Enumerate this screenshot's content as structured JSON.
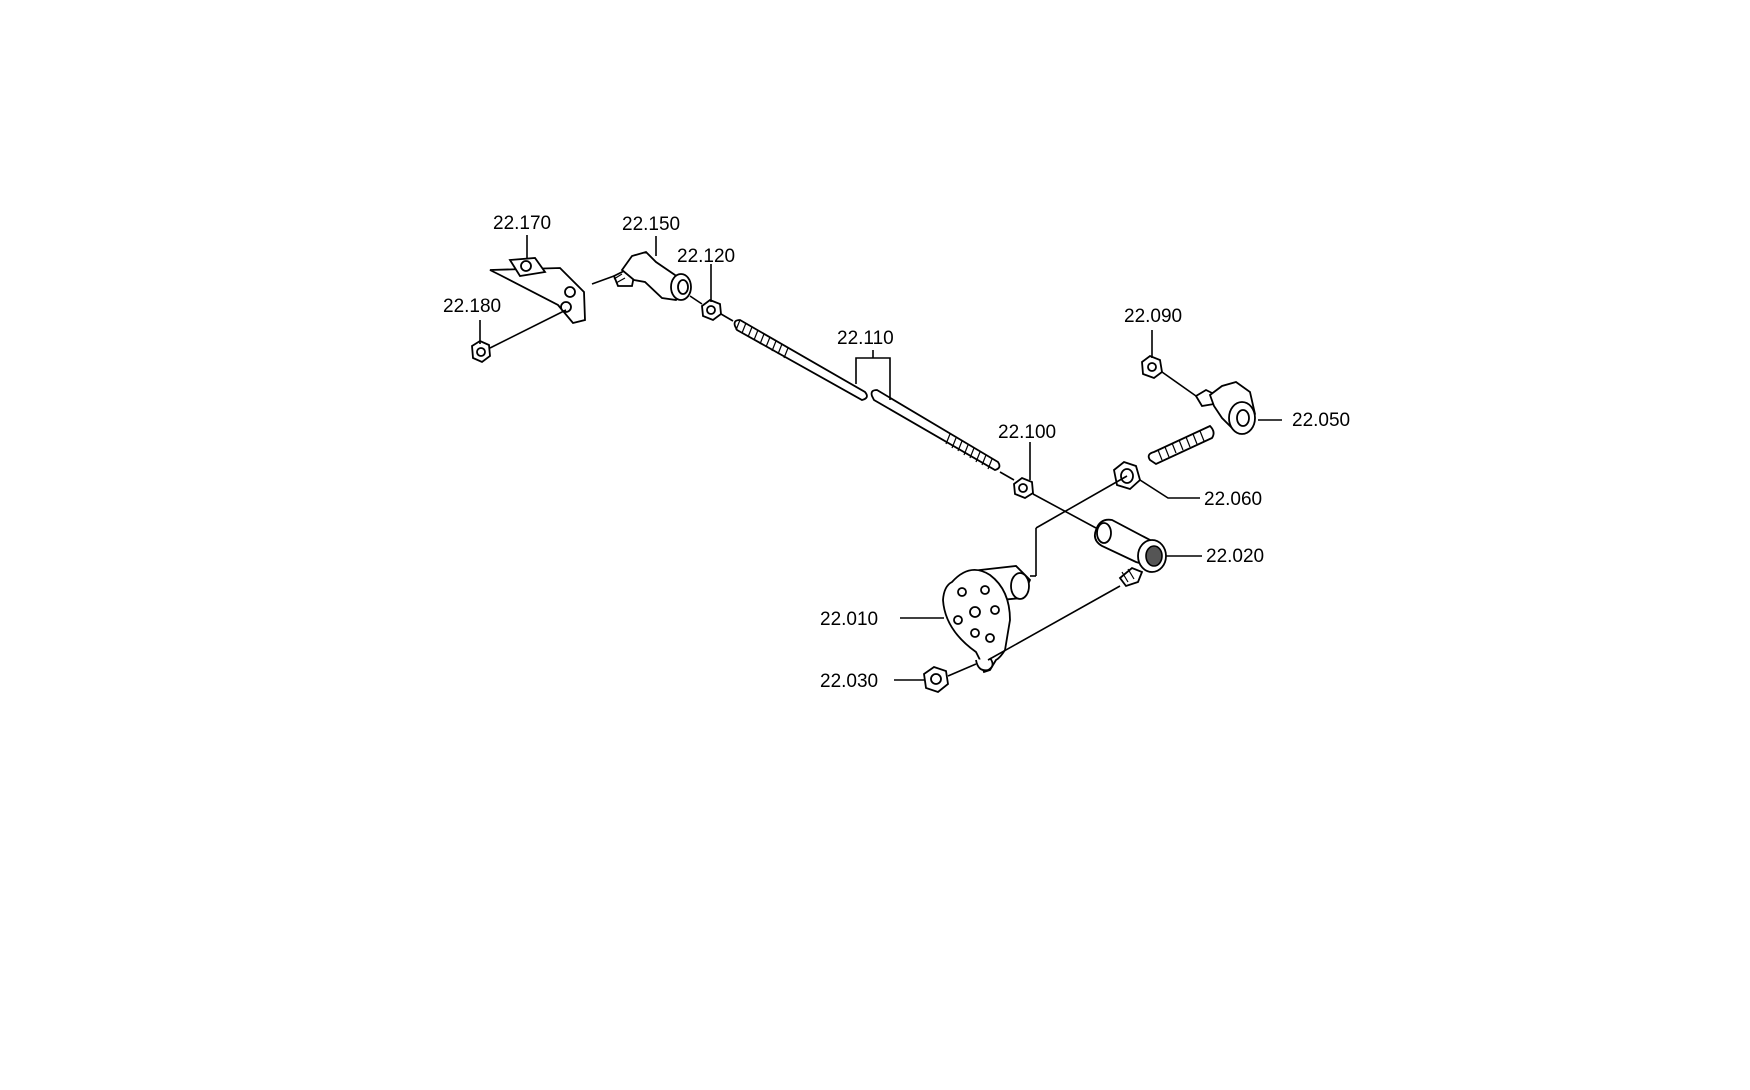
{
  "diagram": {
    "labels": {
      "p22170": "22.170",
      "p22150": "22.150",
      "p22120": "22.120",
      "p22180": "22.180",
      "p22110": "22.110",
      "p22090": "22.090",
      "p22050": "22.050",
      "p22100": "22.100",
      "p22060": "22.060",
      "p22020": "22.020",
      "p22010": "22.010",
      "p22030": "22.030"
    }
  }
}
